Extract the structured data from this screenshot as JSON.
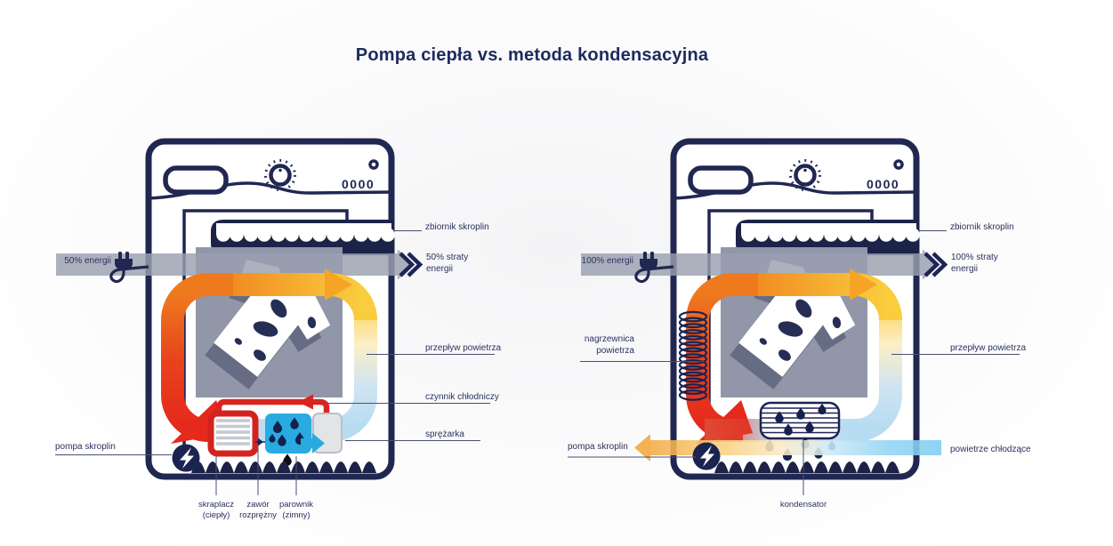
{
  "title": "Pompa ciepła vs. metoda kondensacyjna",
  "left": {
    "name": "heat-pump-dryer",
    "display_digits": "0000",
    "energy_in": "50% energii",
    "energy_loss": "50% straty\nenergii",
    "labels": {
      "tank": "zbiornik skroplin",
      "airflow": "przepływ powietrza",
      "refrigerant": "czynnik chłodniczy",
      "compressor": "sprężarka",
      "pump": "pompa skroplin",
      "condenser_warm": "skraplacz\n(ciepły)",
      "expansion_valve": "zawór\nrozprężny",
      "evaporator_cold": "parownik\n(zimny)"
    }
  },
  "right": {
    "name": "condensation-dryer",
    "display_digits": "0000",
    "energy_in": "100% energii",
    "energy_loss": "100% straty\nenergii",
    "labels": {
      "tank": "zbiornik skroplin",
      "heater": "nagrzewnica\npowietrza",
      "airflow": "przepływ powietrza",
      "cooling_air": "powietrze chłodzące",
      "pump": "pompa skroplin",
      "condenser": "kondensator"
    }
  },
  "colors": {
    "navy": "#202751",
    "red": "#e5291c",
    "orange": "#f08021",
    "yellow": "#f9cd3d",
    "light_blue": "#b7dcf2",
    "cyan": "#29abe2",
    "gray_band": "#9aa0b0"
  }
}
